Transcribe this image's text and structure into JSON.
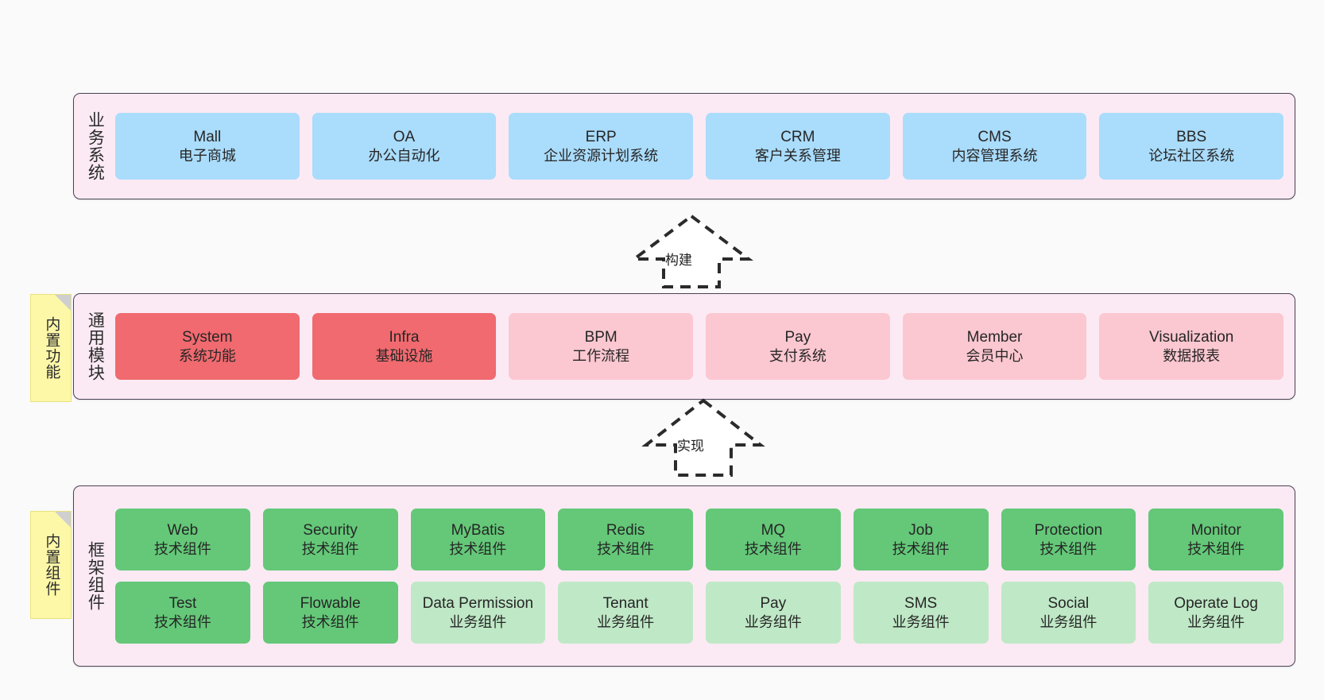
{
  "diagram": {
    "background_color": "#fafafa",
    "layer_fill": "#fbeaf4",
    "layer_border": "#4a4453",
    "note_fill": "#fdf8a8"
  },
  "layers": [
    {
      "id": "business-system",
      "title": "业务系统",
      "rows": [
        {
          "nodes": [
            {
              "name": "Mall",
              "sub": "电子商城",
              "color": "#aadcfb",
              "style": "n-blue"
            },
            {
              "name": "OA",
              "sub": "办公自动化",
              "color": "#aadcfb",
              "style": "n-blue"
            },
            {
              "name": "ERP",
              "sub": "企业资源计划系统",
              "color": "#aadcfb",
              "style": "n-blue"
            },
            {
              "name": "CRM",
              "sub": "客户关系管理",
              "color": "#aadcfb",
              "style": "n-blue"
            },
            {
              "name": "CMS",
              "sub": "内容管理系统",
              "color": "#aadcfb",
              "style": "n-blue"
            },
            {
              "name": "BBS",
              "sub": "论坛社区系统",
              "color": "#aadcfb",
              "style": "n-blue"
            }
          ]
        }
      ]
    },
    {
      "id": "common-module",
      "title": "通用模块",
      "note": "内置功能",
      "rows": [
        {
          "nodes": [
            {
              "name": "System",
              "sub": "系统功能",
              "color": "#f06a6f",
              "style": "n-red"
            },
            {
              "name": "Infra",
              "sub": "基础设施",
              "color": "#f06a6f",
              "style": "n-red"
            },
            {
              "name": "BPM",
              "sub": "工作流程",
              "color": "#fbc7d0",
              "style": "n-pink"
            },
            {
              "name": "Pay",
              "sub": "支付系统",
              "color": "#fbc7d0",
              "style": "n-pink"
            },
            {
              "name": "Member",
              "sub": "会员中心",
              "color": "#fbc7d0",
              "style": "n-pink"
            },
            {
              "name": "Visualization",
              "sub": "数据报表",
              "color": "#fbc7d0",
              "style": "n-pink"
            }
          ]
        }
      ]
    },
    {
      "id": "framework-component",
      "title": "框架组件",
      "note": "内置组件",
      "rows": [
        {
          "nodes": [
            {
              "name": "Web",
              "sub": "技术组件",
              "color": "#64c878",
              "style": "n-green"
            },
            {
              "name": "Security",
              "sub": "技术组件",
              "color": "#64c878",
              "style": "n-green"
            },
            {
              "name": "MyBatis",
              "sub": "技术组件",
              "color": "#64c878",
              "style": "n-green"
            },
            {
              "name": "Redis",
              "sub": "技术组件",
              "color": "#64c878",
              "style": "n-green"
            },
            {
              "name": "MQ",
              "sub": "技术组件",
              "color": "#64c878",
              "style": "n-green"
            },
            {
              "name": "Job",
              "sub": "技术组件",
              "color": "#64c878",
              "style": "n-green"
            },
            {
              "name": "Protection",
              "sub": "技术组件",
              "color": "#64c878",
              "style": "n-green"
            },
            {
              "name": "Monitor",
              "sub": "技术组件",
              "color": "#64c878",
              "style": "n-green"
            }
          ]
        },
        {
          "nodes": [
            {
              "name": "Test",
              "sub": "技术组件",
              "color": "#64c878",
              "style": "n-green"
            },
            {
              "name": "Flowable",
              "sub": "技术组件",
              "color": "#64c878",
              "style": "n-green"
            },
            {
              "name": "Data Permission",
              "sub": "业务组件",
              "color": "#bfe8c6",
              "style": "n-lightgreen"
            },
            {
              "name": "Tenant",
              "sub": "业务组件",
              "color": "#bfe8c6",
              "style": "n-lightgreen"
            },
            {
              "name": "Pay",
              "sub": "业务组件",
              "color": "#bfe8c6",
              "style": "n-lightgreen"
            },
            {
              "name": "SMS",
              "sub": "业务组件",
              "color": "#bfe8c6",
              "style": "n-lightgreen"
            },
            {
              "name": "Social",
              "sub": "业务组件",
              "color": "#bfe8c6",
              "style": "n-lightgreen"
            },
            {
              "name": "Operate Log",
              "sub": "业务组件",
              "color": "#bfe8c6",
              "style": "n-lightgreen"
            }
          ]
        }
      ]
    }
  ],
  "arrows": [
    {
      "id": "build",
      "label": "构建",
      "from": "common-module",
      "to": "business-system"
    },
    {
      "id": "implement",
      "label": "实现",
      "from": "framework-component",
      "to": "common-module"
    }
  ]
}
